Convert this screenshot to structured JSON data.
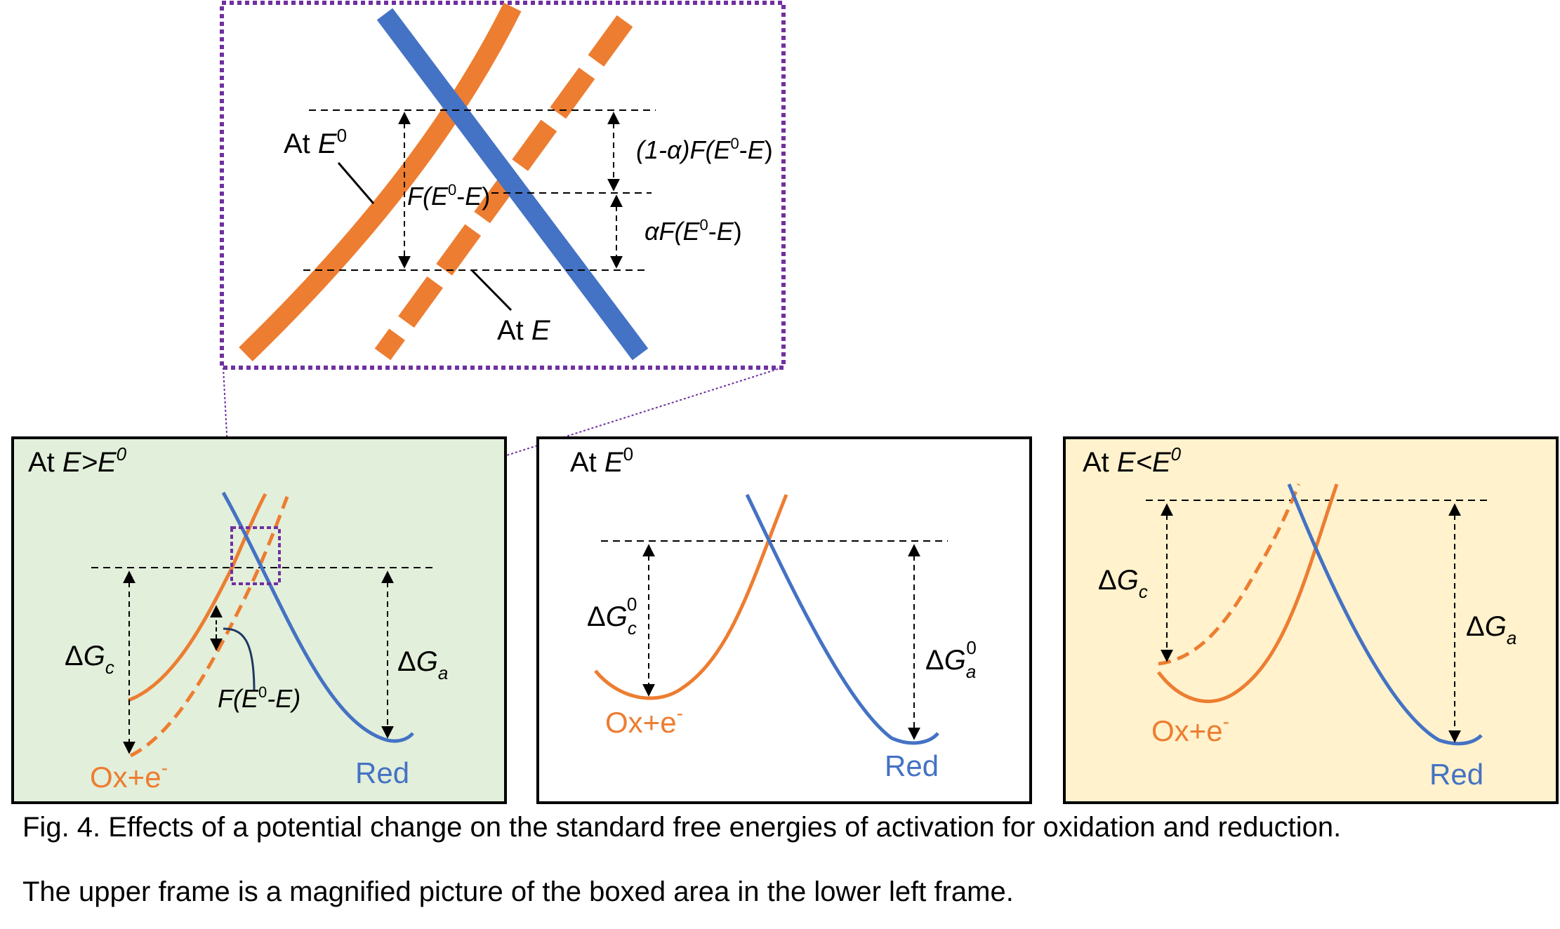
{
  "colors": {
    "orange": "#ed7d31",
    "blue": "#4472c4",
    "purple": "#7030a0",
    "green_panel": "#e2efda",
    "yellow_panel": "#fff2cc"
  },
  "upper_frame": {
    "label_at_E0_prefix": "At ",
    "label_at_E0_var": "E",
    "label_at_E0_sup": "0",
    "label_at_E_prefix": "At ",
    "label_at_E_var": "E",
    "label_F_open": "F(",
    "label_F_var1": "E",
    "label_F_sup": "0",
    "label_F_minus": "-",
    "label_F_var2": "E",
    "label_F_close": ")",
    "label_1ma_prefix": "(1-",
    "label_1ma_alpha": "α",
    "label_1ma_close": ")",
    "label_aF_alpha": "α"
  },
  "panels": [
    {
      "id": "left",
      "title_prefix": "At ",
      "title_rel": "E>E",
      "title_sup": "0",
      "dGc_delta": "Δ",
      "dGc_G": "G",
      "dGc_sub": "c",
      "dGa_delta": "Δ",
      "dGa_G": "G",
      "dGa_sub": "a",
      "F_label": "F(E",
      "F_sup": "0",
      "F_tail": "-E)",
      "ox_label": "Ox+e",
      "ox_sup": "-",
      "red_label": "Red"
    },
    {
      "id": "middle",
      "title_prefix": "At ",
      "title_var": "E",
      "title_sup": "0",
      "dGc_delta": "Δ",
      "dGc_G": "G",
      "dGc_sub": "c",
      "dGc_sup": "0",
      "dGa_delta": "Δ",
      "dGa_G": "G",
      "dGa_sub": "a",
      "dGa_sup": "0",
      "ox_label": "Ox+e",
      "ox_sup": "-",
      "red_label": "Red"
    },
    {
      "id": "right",
      "title_prefix": "At ",
      "title_rel": "E<E",
      "title_sup": "0",
      "dGc_delta": "Δ",
      "dGc_G": "G",
      "dGc_sub": "c",
      "dGa_delta": "Δ",
      "dGa_G": "G",
      "dGa_sub": "a",
      "ox_label": "Ox+e",
      "ox_sup": "-",
      "red_label": "Red"
    }
  ],
  "caption": {
    "line1": "Fig. 4. Effects of a potential change on the standard free energies of activation for oxidation and reduction.",
    "line2": "The upper frame is a magnified picture of the boxed area in the lower left frame."
  }
}
